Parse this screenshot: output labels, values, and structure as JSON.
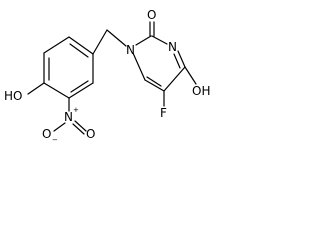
{
  "molecule": {
    "labels": {
      "o_c2": "O",
      "n3": "N",
      "oh_c4": "OH",
      "f_c5": "F",
      "n1": "N",
      "ho_phenol": "HO",
      "n_nitro": "N",
      "n_nitro_charge": "+",
      "o_nitro_minus": "O",
      "o_nitro_minus_charge": "−",
      "o_nitro": "O"
    }
  }
}
